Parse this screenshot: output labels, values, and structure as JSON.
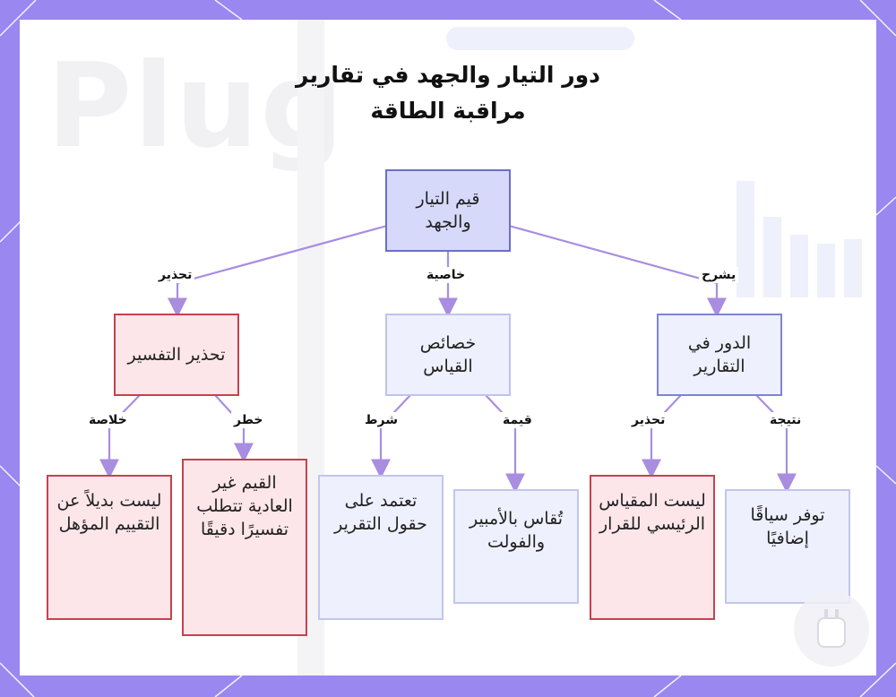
{
  "title": "دور التيار والجهد في تقارير مراقبة الطاقة",
  "nodes": {
    "root": "قيم التيار والجهد",
    "interp_warning": "تحذير التفسير",
    "measure_props": "خصائص القياس",
    "role_reports": "الدور في التقارير",
    "not_alternative": "ليست بديلاً عن التقييم المؤهل",
    "abnormal_values": "القيم غير العادية تتطلب تفسيرًا دقيقًا",
    "depends_fields": "تعتمد على حقول التقرير",
    "measured_units": "تُقاس بالأمبير والفولت",
    "not_main_meter": "ليست المقياس الرئيسي للقرار",
    "extra_context": "توفر سياقًا إضافيًا"
  },
  "edges": {
    "warning": "تحذير",
    "property": "خاصية",
    "explains": "يشرح",
    "conclusion": "خلاصة",
    "risk": "خطر",
    "condition": "شرط",
    "value": "قيمة",
    "warning2": "تحذير",
    "result": "نتيجة"
  },
  "colors": {
    "frame": "#9a87f0",
    "edge": "#a98de0",
    "root_fill": "#d7d9fb",
    "warn_border": "#c8404e",
    "warn_fill": "#fde6ea",
    "leaf_fill": "#eef0fd"
  }
}
